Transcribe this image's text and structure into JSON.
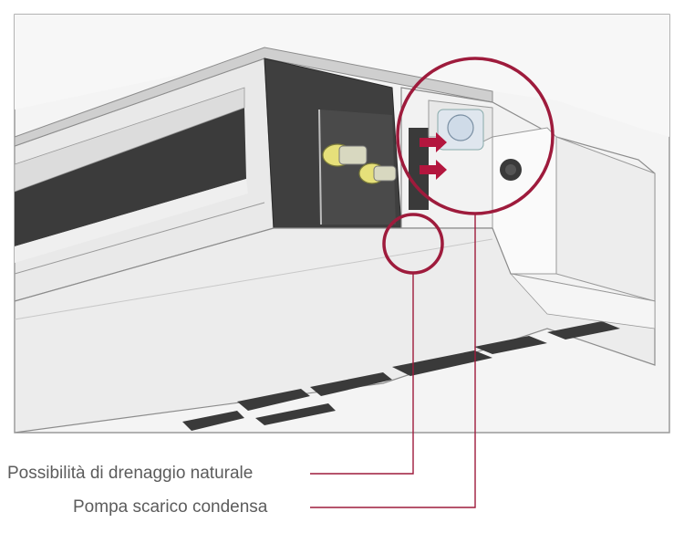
{
  "callouts": [
    {
      "id": "natural-drain",
      "label": "Possibilità di drenaggio naturale"
    },
    {
      "id": "condensate-pump",
      "label": "Pompa scarico condensa"
    }
  ],
  "colors": {
    "callout_accent": "#9e1b3c",
    "frame_border": "#9a9a9a",
    "unit_body": "#ececec",
    "unit_dark": "#3a3a3a",
    "arrow": "#b3163e"
  },
  "icons": [
    "drain-outlet-icon",
    "pump-arrow-icon"
  ]
}
